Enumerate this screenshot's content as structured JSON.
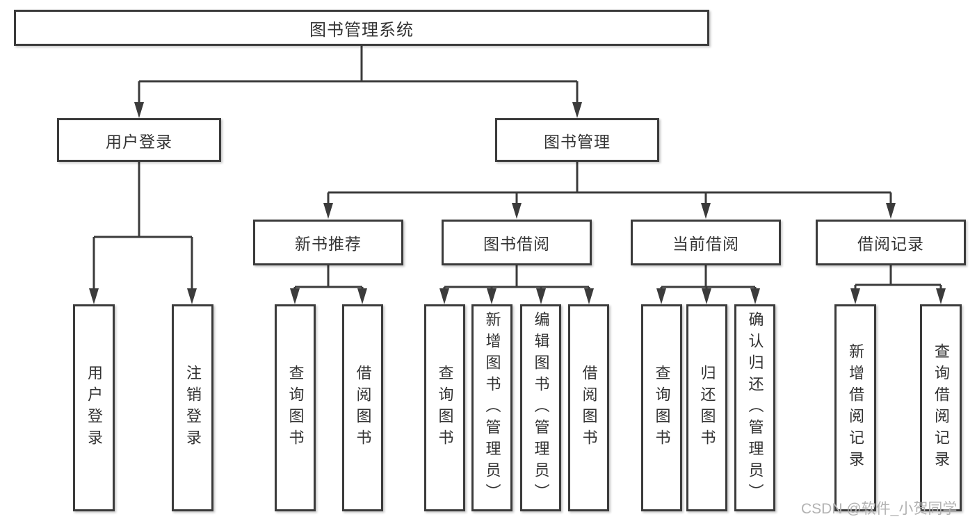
{
  "colors": {
    "line": "#3b3b3b",
    "box_border": "#3b3b3b",
    "box_fill": "#ffffff",
    "text": "#333333",
    "watermark": "#b2b2b2",
    "background": "#ffffff"
  },
  "watermark": {
    "text": "CSDN @软件_小贺同学"
  },
  "tree": {
    "root": {
      "label": "图书管理系统"
    },
    "branches": [
      {
        "label": "用户登录",
        "children": [
          {
            "label": "用户登录"
          },
          {
            "label": "注销登录"
          }
        ]
      },
      {
        "label": "图书管理",
        "groups": [
          {
            "label": "新书推荐",
            "children": [
              {
                "label": "查询图书"
              },
              {
                "label": "借阅图书"
              }
            ]
          },
          {
            "label": "图书借阅",
            "children": [
              {
                "label": "查询图书"
              },
              {
                "label": "新增图书（管理员）"
              },
              {
                "label": "编辑图书（管理员）"
              },
              {
                "label": "借阅图书"
              }
            ]
          },
          {
            "label": "当前借阅",
            "children": [
              {
                "label": "查询图书"
              },
              {
                "label": "归还图书"
              },
              {
                "label": "确认归还（管理员）"
              }
            ]
          },
          {
            "label": "借阅记录",
            "children": [
              {
                "label": "新增借阅记录"
              },
              {
                "label": "查询借阅记录"
              }
            ]
          }
        ]
      }
    ]
  }
}
